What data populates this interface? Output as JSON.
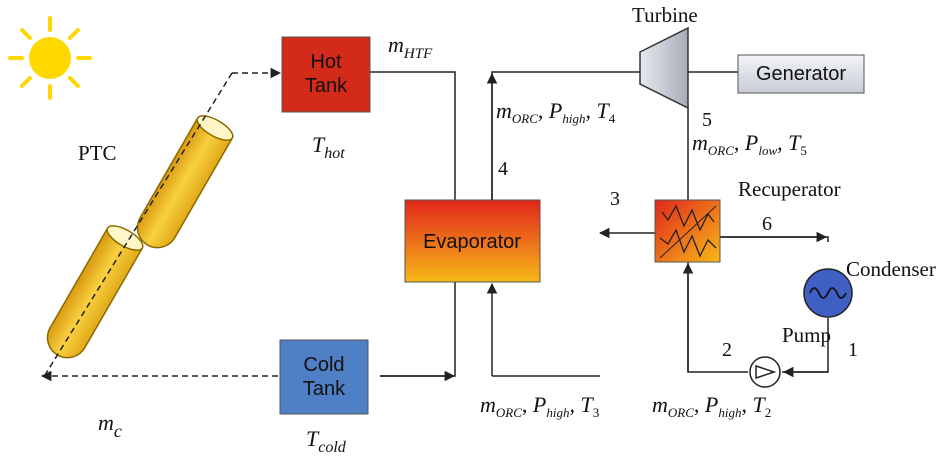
{
  "labels": {
    "ptc": "PTC",
    "turbine": "Turbine",
    "generator": "Generator",
    "recuperator": "Recuperator",
    "condenser": "Condenser",
    "pump": "Pump",
    "hot_tank_line1": "Hot",
    "hot_tank_line2": "Tank",
    "cold_tank_line1": "Cold",
    "cold_tank_line2": "Tank",
    "evaporator": "Evaporator"
  },
  "state_points": [
    "1",
    "2",
    "3",
    "4",
    "5",
    "6"
  ],
  "symbols": {
    "m_htf": {
      "base": "m",
      "sub": "HTF"
    },
    "t_hot": {
      "base": "T",
      "sub": "hot"
    },
    "t_cold": {
      "base": "T",
      "sub": "cold"
    },
    "m_c": {
      "base": "m",
      "sub": "c"
    },
    "state4": {
      "m": "m",
      "m_sub": "ORC",
      "p": "P",
      "p_sub": "high",
      "t": "T",
      "t_sub": "4"
    },
    "state5": {
      "m": "m",
      "m_sub": "ORC",
      "p": "P",
      "p_sub": "low",
      "t": "T",
      "t_sub": "5"
    },
    "state3": {
      "m": "m",
      "m_sub": "ORC",
      "p": "P",
      "p_sub": "high",
      "t": "T",
      "t_sub": "3"
    },
    "state2": {
      "m": "m",
      "m_sub": "ORC",
      "p": "P",
      "p_sub": "high",
      "t": "T",
      "t_sub": "2"
    }
  },
  "colors": {
    "sun": "#ffd800",
    "collector": "#f2c230",
    "hot_tank": "#d42a1a",
    "cold_tank": "#4f7fc4",
    "evaporator_top": "#e0261c",
    "evaporator_bottom": "#f8b818",
    "generator": "#dfe3ea",
    "condenser": "#3f5fc4",
    "line": "#222222"
  }
}
